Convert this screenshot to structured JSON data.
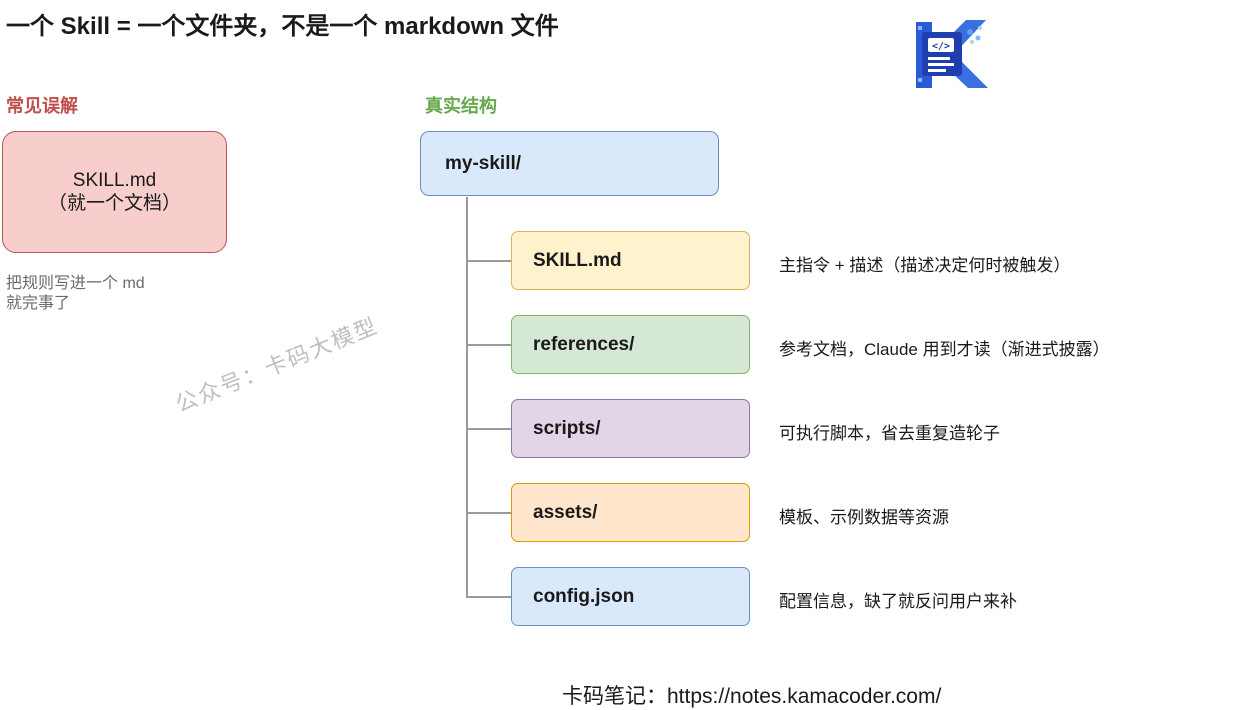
{
  "title": "一个 Skill = 一个文件夹，不是一个 markdown 文件",
  "misconception": {
    "heading": "常见误解",
    "box_line1": "SKILL.md",
    "box_line2": "（就一个文档）",
    "note_line1": "把规则写进一个 md",
    "note_line2": "就完事了"
  },
  "structure": {
    "heading": "真实结构",
    "root": "my-skill/",
    "items": [
      {
        "name": "SKILL.md",
        "desc": "主指令 + 描述（描述决定何时被触发）",
        "color": "#fff2cc"
      },
      {
        "name": "references/",
        "desc": "参考文档，Claude 用到才读（渐进式披露）",
        "color": "#d5e8d4"
      },
      {
        "name": "scripts/",
        "desc": "可执行脚本，省去重复造轮子",
        "color": "#e1d5e7"
      },
      {
        "name": "assets/",
        "desc": "模板、示例数据等资源",
        "color": "#ffe6cc"
      },
      {
        "name": "config.json",
        "desc": "配置信息，缺了就反问用户来补",
        "color": "#dae8fc"
      }
    ]
  },
  "watermark": "公众号：卡码大模型",
  "footer": "卡码笔记：https://notes.kamacoder.com/",
  "logo": {
    "icon": "kamacoder-logo-icon",
    "code_glyph": "</>"
  }
}
